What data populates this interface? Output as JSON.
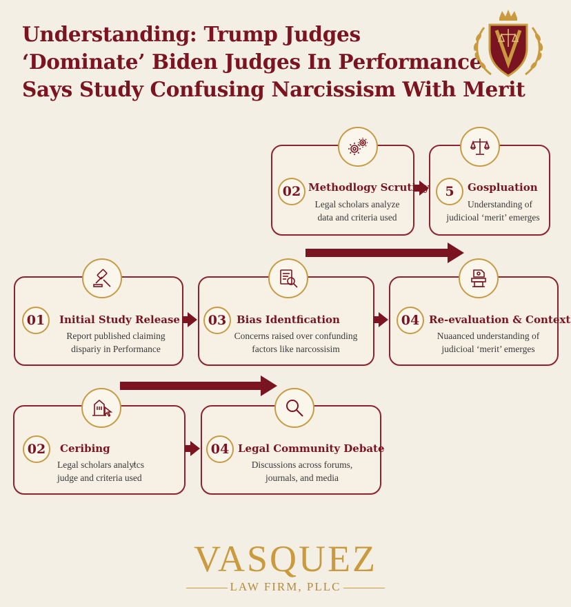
{
  "title": {
    "line1": "Understanding: Trump Judges",
    "line2": "‘Dominate’ Biden Judges In Performance",
    "line3": "Says Study Confusing Narcissism With Merit"
  },
  "cards": {
    "methodology": {
      "number": "02",
      "title": "Methodlogy Scrutiny",
      "desc1": "Legal scholars analyze",
      "desc2": "data and criteria used",
      "icon": "gears-icon"
    },
    "gospluation": {
      "number": "5",
      "title": "Gospluation",
      "desc1": "Understanding of",
      "desc2": "judicioal ‘merit’ emerges",
      "icon": "scales-icon"
    },
    "initial": {
      "number": "01",
      "title": "Initial Study Release",
      "desc1": "Report published claiming",
      "desc2": "dispariy in Performance",
      "icon": "gavel-icon"
    },
    "bias": {
      "number": "03",
      "title": "Bias Identfication",
      "desc1": "Concerns raised over confunding",
      "desc2": "factors like narcossisim",
      "icon": "document-magnifier-icon"
    },
    "reeval": {
      "number": "04",
      "title": "Re-evaluation & Context",
      "desc1": "Nuaanced understanding of",
      "desc2": "judicioal ‘merit’ emerges",
      "icon": "podium-icon"
    },
    "cerbing": {
      "number": "02",
      "title": "Ceribing",
      "desc1": "Legal scholars analy̸tcs",
      "desc2": "judge and criteria used",
      "icon": "building-cursor-icon"
    },
    "debate": {
      "number": "04",
      "title": "Legal Community Debate",
      "desc1": "Discussions across forums,",
      "desc2": "journals, and media",
      "icon": "magnifier-icon"
    }
  },
  "footer": {
    "brand": "VASQUEZ",
    "sub": "LAW FIRM, PLLC"
  },
  "colors": {
    "maroon": "#7a1421",
    "gold": "#c79a44",
    "background": "#f4efe4"
  }
}
